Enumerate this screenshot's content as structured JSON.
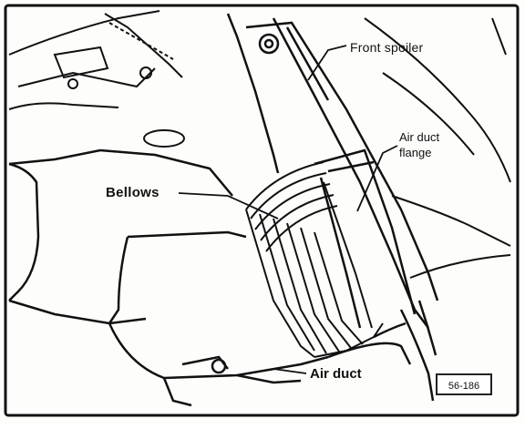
{
  "labels": {
    "front_spoiler": "Front spoiler",
    "air_duct_flange_line1": "Air duct",
    "air_duct_flange_line2": "flange",
    "bellows": "Bellows",
    "air_duct": "Air duct"
  },
  "figure_code": "56-186",
  "colors": {
    "ink": "#111111",
    "paper": "#fdfdfb"
  }
}
